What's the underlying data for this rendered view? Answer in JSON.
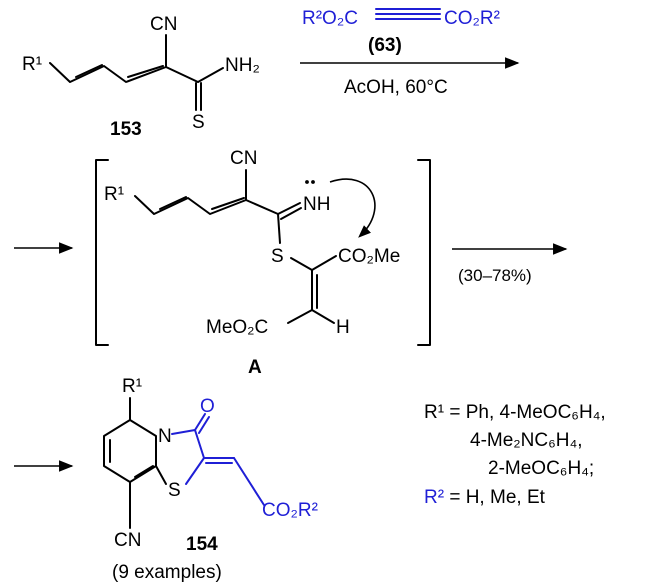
{
  "reagent": {
    "alkyne_left": "R²O₂C",
    "alkyne_right": "CO₂R²",
    "number": "63",
    "conditions": "AcOH, 60°C"
  },
  "compound153": {
    "r_group": "R¹",
    "cn": "CN",
    "nh2": "NH₂",
    "s": "S",
    "number": "153"
  },
  "intermediate": {
    "r_group": "R¹",
    "cn": "CN",
    "nh": "NH",
    "s": "S",
    "co2me": "CO₂Me",
    "meo2c": "MeO₂C",
    "h": "H",
    "label": "A",
    "yield": "(30–78%)"
  },
  "product154": {
    "r_group": "R¹",
    "o": "O",
    "n": "N",
    "s": "S",
    "cn": "CN",
    "co2r": "CO₂R²",
    "number": "154",
    "examples": "(9 examples)"
  },
  "substituents": {
    "r1_line1": "R¹ = Ph, 4-MeOC₆H₄,",
    "r1_line2": "4-Me₂NC₆H₄,",
    "r1_line3": "2-MeOC₆H₄;",
    "r2_label": "R²",
    "r2_rest": " = H, Me, Et"
  },
  "colors": {
    "highlight": "#1f1fd6",
    "ink": "#000000"
  }
}
